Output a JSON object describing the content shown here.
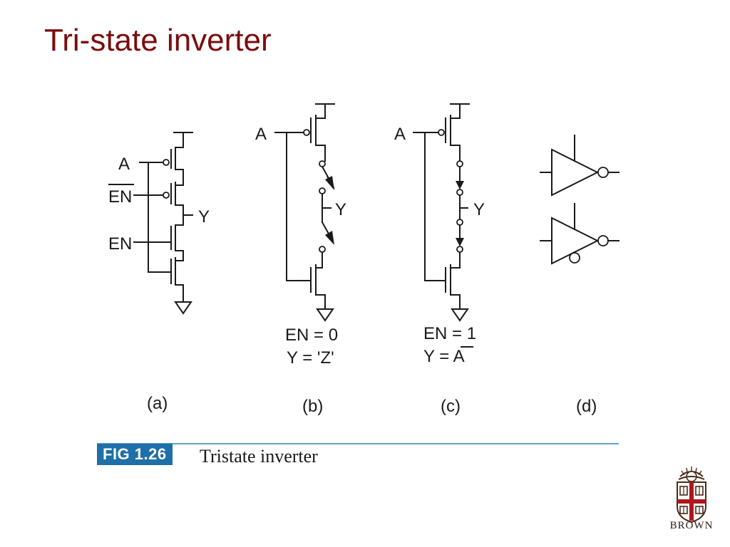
{
  "slide": {
    "title": "Tri-state inverter"
  },
  "figure": {
    "badge": "FIG 1.26",
    "caption": "Tristate inverter"
  },
  "circuits": {
    "a": {
      "input_label": "A",
      "enbar_label": "EN",
      "en_label": "EN",
      "output_label": "Y",
      "panel_label": "(a)"
    },
    "b": {
      "input_label": "A",
      "output_label": "Y",
      "condition_line1": "EN = 0",
      "condition_line2": "Y = 'Z'",
      "panel_label": "(b)"
    },
    "c": {
      "input_label": "A",
      "output_label": "Y",
      "condition_line1": "EN = 1",
      "condition_line2_prefix": "Y = ",
      "condition_line2_var": "A",
      "panel_label": "(c)"
    },
    "d": {
      "panel_label": "(d)"
    }
  },
  "logo": {
    "text": "BROWN"
  },
  "colors": {
    "title": "#7a0d0d",
    "badge_bg": "#1f6fa8",
    "rule": "#5aa0cc",
    "logo_red": "#b0161c",
    "logo_brown": "#4a2a1a"
  }
}
